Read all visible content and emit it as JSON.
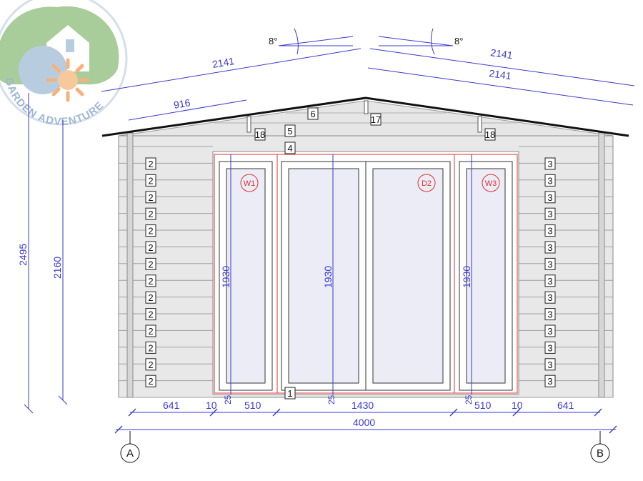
{
  "logo": {
    "text": "GARDEN ADVENTURE"
  },
  "roof": {
    "angle_left": "8°",
    "angle_right": "8°"
  },
  "dimensions": {
    "roof_left": "2141",
    "roof_right_top": "2141",
    "roof_right_lower": "2141",
    "eave_left": "916",
    "height_total": "2495",
    "height_wall": "2160",
    "opening_w1": "1930",
    "opening_d2": "1930",
    "opening_w3": "1930",
    "gap_left": "25",
    "gap_mid": "25",
    "gap_right": "25",
    "bottom_641_left": "641",
    "bottom_10_left": "10",
    "bottom_510_left": "510",
    "bottom_1430": "1430",
    "bottom_510_right": "510",
    "bottom_10_right": "10",
    "bottom_641_right": "641",
    "overall": "4000"
  },
  "parts": {
    "p6": "6",
    "p17": "17",
    "p5": "5",
    "p4": "4",
    "p18_left": "18",
    "p18_right": "18",
    "p1": "1",
    "left_logs": [
      "2",
      "2",
      "2",
      "2",
      "2",
      "2",
      "2",
      "2",
      "2",
      "2",
      "2",
      "2",
      "2",
      "2"
    ],
    "right_logs": [
      "3",
      "3",
      "3",
      "3",
      "3",
      "3",
      "3",
      "3",
      "3",
      "3",
      "3",
      "3",
      "3",
      "3"
    ]
  },
  "openings": {
    "w1": "W1",
    "d2": "D2",
    "w3": "W3"
  },
  "grid": {
    "a": "A",
    "b": "B"
  }
}
